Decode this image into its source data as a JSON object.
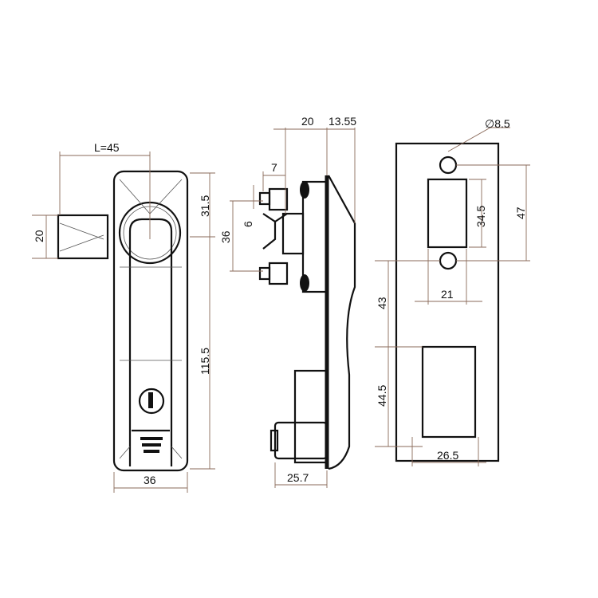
{
  "title": "Handle lock dimension drawing",
  "front_view": {
    "length": "L=45",
    "knob_height": "20",
    "top_offset": "31.5",
    "body_length": "115.5",
    "width": "36"
  },
  "side_view": {
    "depth": "20",
    "offset": "13.55",
    "cam": "7",
    "screw": "6",
    "spacing": "36",
    "bottom_depth": "25.7"
  },
  "cutout_view": {
    "hole_diameter": "∅8.5",
    "square_height": "34.5",
    "hole_spacing": "47",
    "square_width": "21",
    "gap": "43",
    "lower_height": "44.5",
    "lower_width": "26.5"
  }
}
